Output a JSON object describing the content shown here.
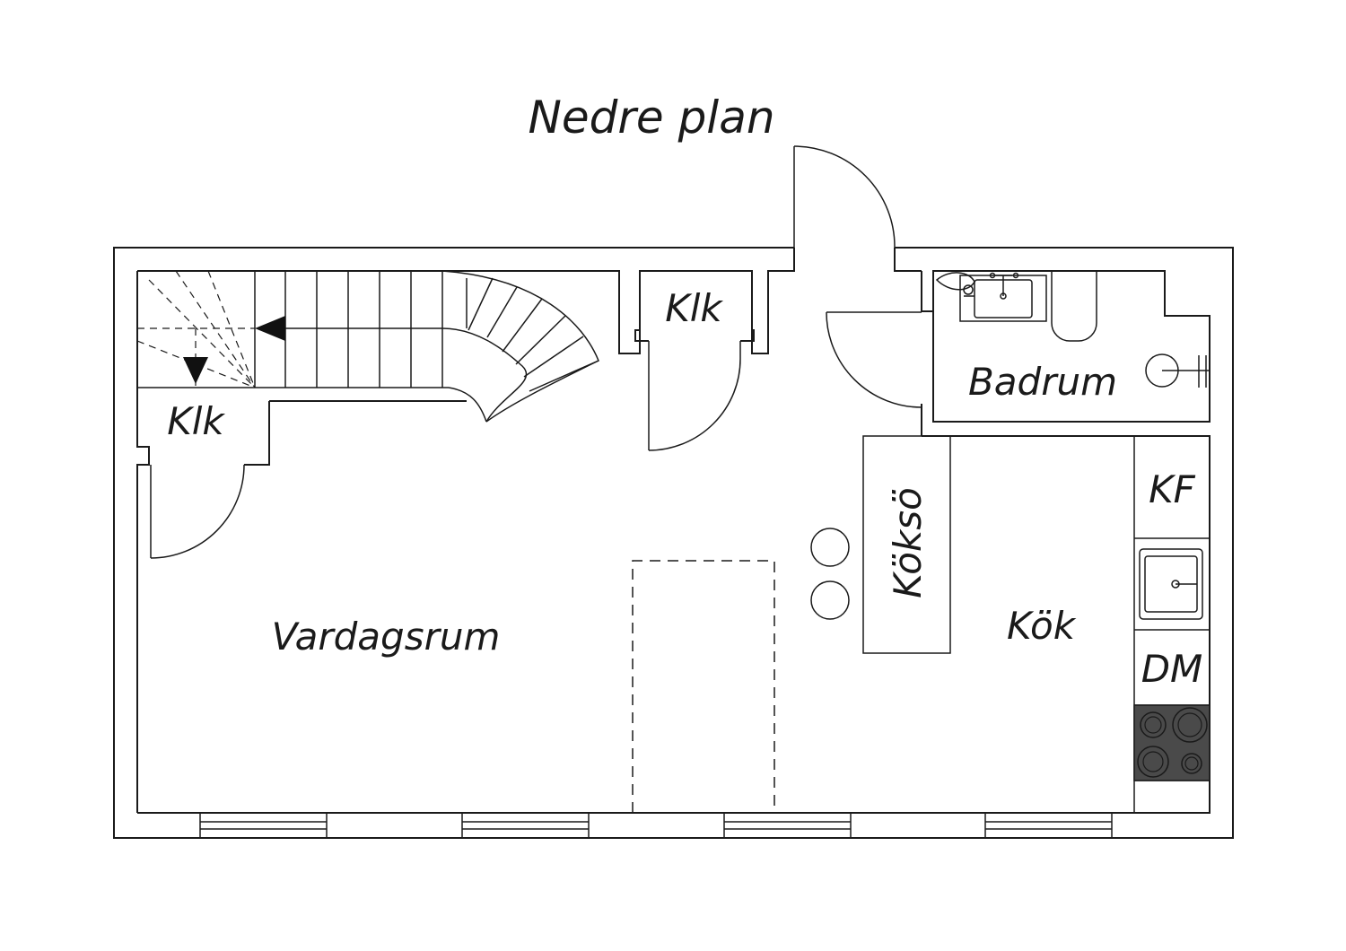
{
  "title": "Nedre plan",
  "rooms": {
    "stair_closet": "Klk",
    "hall_closet": "Klk",
    "bathroom": "Badrum",
    "living_room": "Vardagsrum",
    "kitchen": "Kök",
    "kitchen_island": "Köksö",
    "fridge_freezer": "KF",
    "dishwasher": "DM"
  },
  "colors": {
    "line": "#1a1a1a",
    "stove_top": "#4a4a4a"
  }
}
